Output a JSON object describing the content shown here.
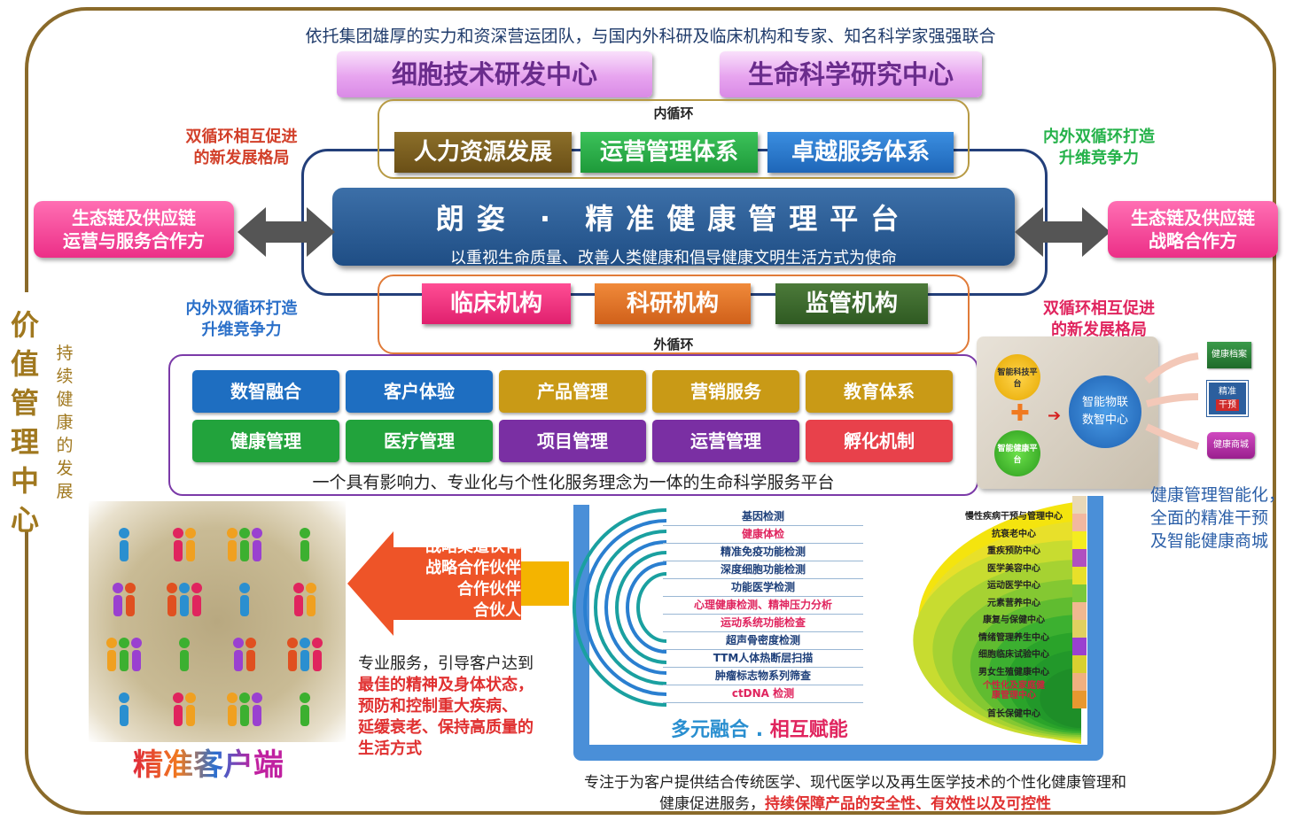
{
  "header": {
    "tagline": "依托集团雄厚的实力和资深营运团队，与国内外科研及临床机构和专家、知名科学家强强联合"
  },
  "research_centers": {
    "cell": "细胞技术研发中心",
    "life": "生命科学研究中心"
  },
  "inner_loop": {
    "label": "内循环",
    "items": [
      "人力资源发展",
      "运营管理体系",
      "卓越服务体系"
    ]
  },
  "outer_loop": {
    "label": "外循环",
    "items": [
      "临床机构",
      "科研机构",
      "监管机构"
    ]
  },
  "platform": {
    "title": "朗姿 · 精准健康管理平台",
    "mission": "以重视生命质量、改善人类健康和倡导健康文明生活方式为使命"
  },
  "eco_left": {
    "line1": "生态链及供应链",
    "line2": "运营与服务合作方"
  },
  "eco_right": {
    "line1": "生态链及供应链",
    "line2": "战略合作方"
  },
  "side_notes": {
    "top_left": {
      "line1": "双循环相互促进",
      "line2": "的新发展格局"
    },
    "top_right": {
      "line1": "内外双循环打造",
      "line2": "升维竞争力"
    },
    "bottom_left": {
      "line1": "内外双循环打造",
      "line2": "升维竞争力"
    },
    "bottom_right": {
      "line1": "双循环相互促进",
      "line2": "的新发展格局"
    }
  },
  "vertical": {
    "big": "价值管理中心",
    "small": "持续健康的发展"
  },
  "tiles": [
    {
      "label": "数智融合",
      "color": "#1e6ec1"
    },
    {
      "label": "客户体验",
      "color": "#1e6ec1"
    },
    {
      "label": "产品管理",
      "color": "#c99a16"
    },
    {
      "label": "营销服务",
      "color": "#c99a16"
    },
    {
      "label": "教育体系",
      "color": "#c99a16"
    },
    {
      "label": "健康管理",
      "color": "#22a33c"
    },
    {
      "label": "医疗管理",
      "color": "#22a33c"
    },
    {
      "label": "项目管理",
      "color": "#7a2fa3"
    },
    {
      "label": "运营管理",
      "color": "#7a2fa3"
    },
    {
      "label": "孵化机制",
      "color": "#e8414b"
    }
  ],
  "platform_desc": "一个具有影响力、专业化与个性化服务理念为一体的生命科学服务平台",
  "smart": {
    "tech": "智能科技平台",
    "health": "智能健康平台",
    "iot": "智能物联数智中心",
    "out1": "健康档案",
    "out2a": "精准",
    "out2b": "干预",
    "out3": "健康商城"
  },
  "right_desc": {
    "line1": "健康管理智能化，",
    "line2": "全面的精准干预",
    "line3": "及智能健康商城"
  },
  "partners": [
    "战略渠道伙伴",
    "战略合作伙伴",
    "合作伙伴",
    "合伙人"
  ],
  "professional": {
    "line1": "专业服务，引导客户达到",
    "line2": "最佳的精神及身体状态，",
    "line3": "预防和控制重大疾病、",
    "line4": "延缓衰老、保持高质量的",
    "line5": "生活方式"
  },
  "client": {
    "title": "精准客户端"
  },
  "tests": [
    "基因检测",
    "健康体检",
    "精准免疫功能检测",
    "深度细胞功能检测",
    "功能医学检测",
    "心理健康检测、精神压力分析",
    "运动系统功能检查",
    "超声骨密度检测",
    "TTM人体热断层扫描",
    "肿瘤标志物系列筛查",
    "ctDNA 检测"
  ],
  "multi": {
    "a": "多元融合",
    "dot": ".",
    "b": "相互赋能"
  },
  "centers": [
    "慢性疾病干预与管理中心",
    "抗衰老中心",
    "重疾预防中心",
    "医学美容中心",
    "运动医学中心",
    "元素营养中心",
    "康复与保健中心",
    "情绪管理养生中心",
    "细胞临床试验中心",
    "男女生殖健康中心",
    "个性化及家庭健康管理中心",
    "首长保健中心"
  ],
  "bottom": {
    "line1": "专注于为客户提供结合传统医学、现代医学以及再生医学技术的个性化健康管理和",
    "line2a": "健康促进服务，",
    "line2b": "持续保障产品的安全性、有效性以及可控性"
  },
  "colors": {
    "gold": "#a0781f",
    "navy": "#1f4e85",
    "pink": "#ec2f87"
  }
}
